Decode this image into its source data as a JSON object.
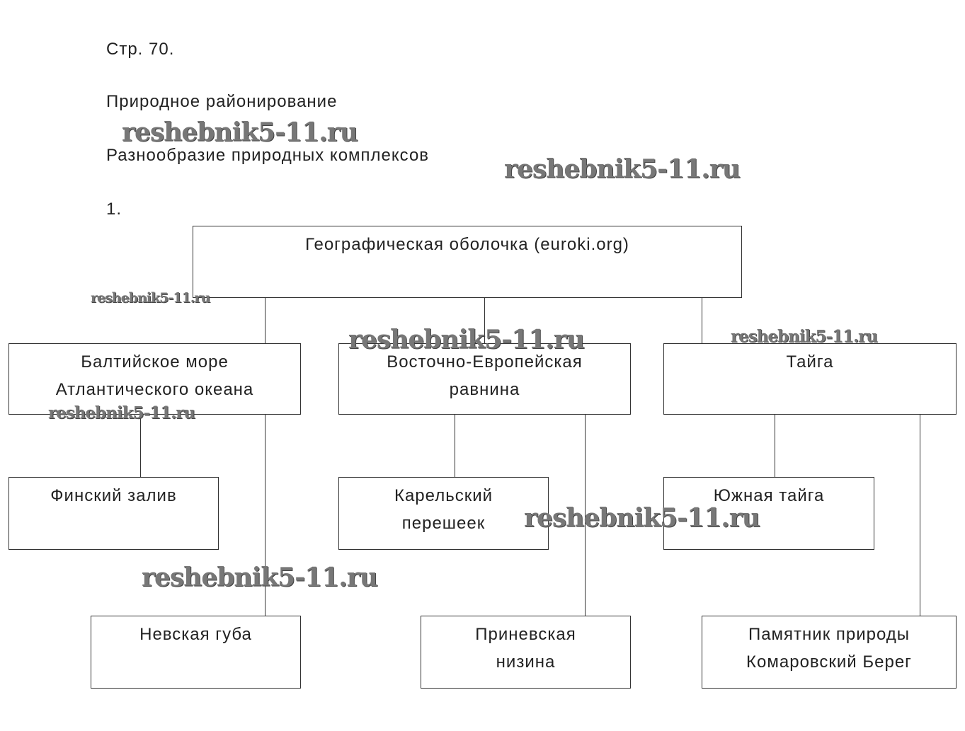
{
  "header": {
    "page": "Стр. 70.",
    "title": "Природное районирование",
    "subtitle": "Разнообразие природных комплексов",
    "task": "1."
  },
  "diagram": {
    "root": "Географическая оболочка (euroki.org)",
    "level1": [
      {
        "lines": [
          "Балтийское море",
          "Атлантического океана"
        ]
      },
      {
        "lines": [
          "Восточно-Европейская",
          "равнина"
        ]
      },
      {
        "lines": [
          "Тайга"
        ]
      }
    ],
    "level2": [
      {
        "lines": [
          "Финский залив"
        ]
      },
      {
        "lines": [
          "Карельский",
          "перешеек"
        ]
      },
      {
        "lines": [
          "Южная тайга"
        ]
      }
    ],
    "level3": [
      {
        "lines": [
          "Невская губа"
        ]
      },
      {
        "lines": [
          "Приневская",
          "низина"
        ]
      },
      {
        "lines": [
          "Памятник природы",
          "Комаровский Берег"
        ]
      }
    ]
  },
  "watermark": "reshebnik5-11.ru"
}
